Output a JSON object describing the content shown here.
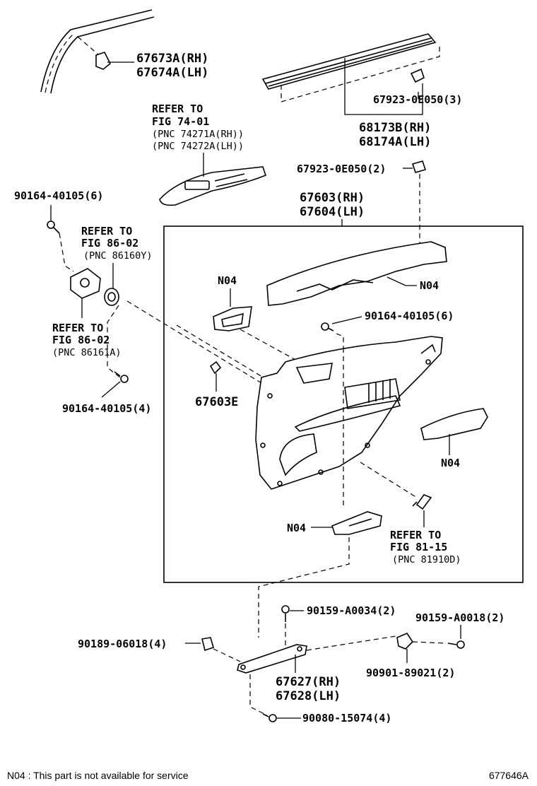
{
  "labels": {
    "p67673": "67673A(RH)",
    "p67674": "67674A(LH)",
    "p67923a": "67923-0E050(3)",
    "p68173": "68173B(RH)",
    "p68174": "68174A(LH)",
    "ref74_1": "REFER TO",
    "ref74_2": "FIG 74-01",
    "ref74_3": "(PNC 74271A(RH))",
    "ref74_4": "(PNC 74272A(LH))",
    "p67923b": "67923-0E050(2)",
    "p90164a": "90164-40105(6)",
    "ref86a_1": "REFER TO",
    "ref86a_2": "FIG 86-02",
    "ref86a_3": "(PNC 86160Y)",
    "p67603": "67603(RH)",
    "p67604": "67604(LH)",
    "n04_a": "N04",
    "n04_b": "N04",
    "p90164b": "90164-40105(6)",
    "ref86b_1": "REFER TO",
    "ref86b_2": "FIG 86-02",
    "ref86b_3": "(PNC 86161A)",
    "p67603e": "67603E",
    "p90164c": "90164-40105(4)",
    "n04_c": "N04",
    "n04_d": "N04",
    "ref81_1": "REFER TO",
    "ref81_2": "FIG 81-15",
    "ref81_3": "(PNC 81910D)",
    "p90159a": "90159-A0034(2)",
    "p90159b": "90159-A0018(2)",
    "p90189": "90189-06018(4)",
    "p90901": "90901-89021(2)",
    "p67627": "67627(RH)",
    "p67628": "67628(LH)",
    "p90080": "90080-15074(4)"
  },
  "footer": {
    "note": "N04 : This part is not available for service",
    "code": "677646A"
  }
}
